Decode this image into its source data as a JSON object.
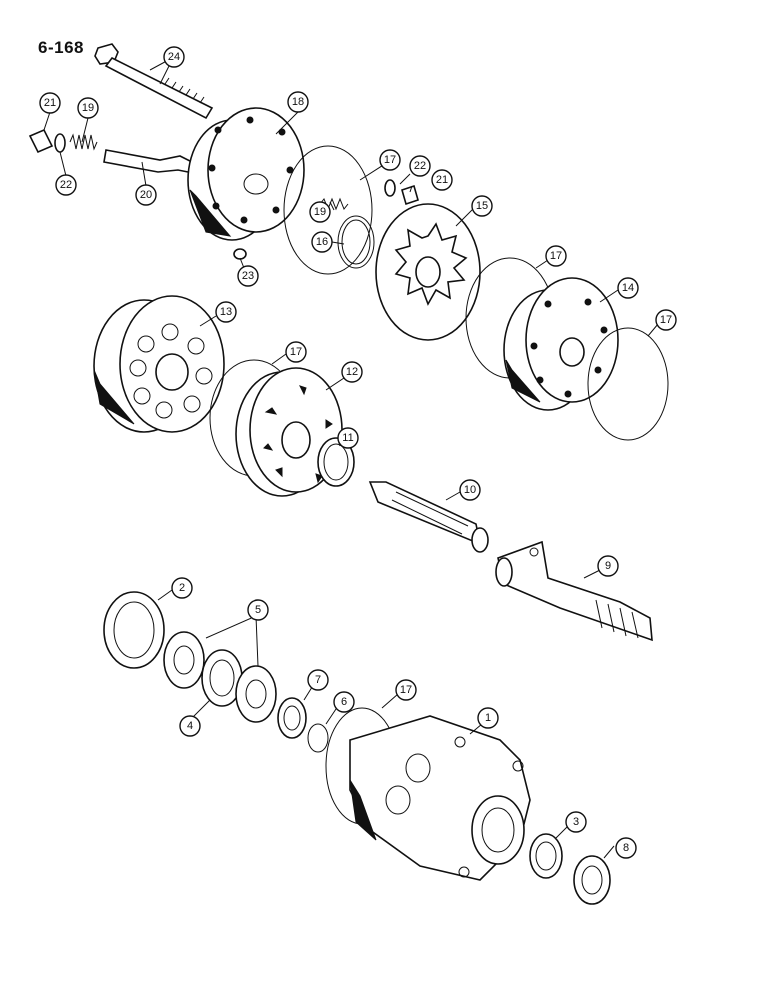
{
  "page": {
    "code": "6-168"
  },
  "callouts": [
    "1",
    "2",
    "3",
    "4",
    "5",
    "6",
    "7",
    "8",
    "9",
    "10",
    "11",
    "12",
    "13",
    "14",
    "15",
    "16",
    "17",
    "18",
    "19",
    "20",
    "21",
    "22",
    "23",
    "24"
  ]
}
